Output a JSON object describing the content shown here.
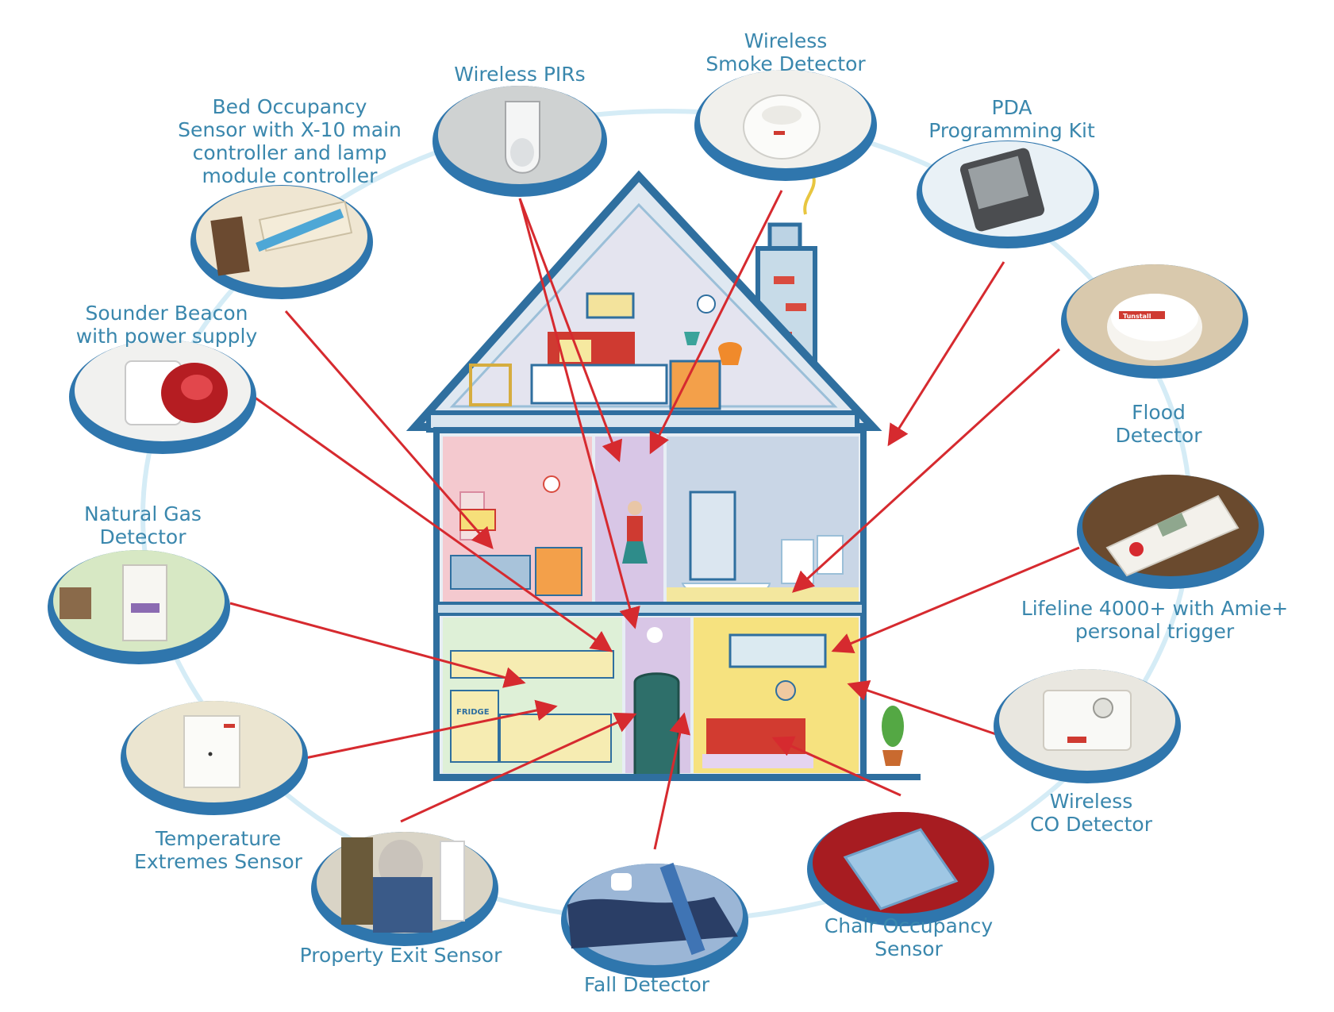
{
  "colors": {
    "label_text": "#3a87ad",
    "arrow": "#d62a2f",
    "ring": "#cfe8f3",
    "bubble_rim": "#2f76ad",
    "house_outline": "#2f6f9f"
  },
  "devices": [
    {
      "id": "bed",
      "icon": "bed-occupancy-photo",
      "lines": [
        "Bed Occupancy",
        "Sensor with X-10 main",
        "controller and lamp",
        "module controller"
      ]
    },
    {
      "id": "pir",
      "icon": "pir-sensor-photo",
      "lines": [
        "Wireless PIRs"
      ]
    },
    {
      "id": "smoke",
      "icon": "smoke-detector-photo",
      "lines": [
        "Wireless",
        "Smoke Detector"
      ]
    },
    {
      "id": "pda",
      "icon": "pda-photo",
      "lines": [
        "PDA",
        "Programming Kit"
      ]
    },
    {
      "id": "sounder",
      "icon": "sounder-beacon-photo",
      "lines": [
        "Sounder Beacon",
        "with power supply"
      ]
    },
    {
      "id": "flood",
      "icon": "flood-detector-photo",
      "lines": [
        "Flood",
        "Detector"
      ]
    },
    {
      "id": "gas",
      "icon": "gas-detector-photo",
      "lines": [
        "Natural Gas",
        "Detector"
      ]
    },
    {
      "id": "lifeline",
      "icon": "lifeline-unit-photo",
      "lines": [
        "Lifeline 4000+ with Amie+",
        "personal trigger"
      ]
    },
    {
      "id": "temp",
      "icon": "temperature-sensor-photo",
      "lines": [
        "Temperature",
        "Extremes Sensor"
      ]
    },
    {
      "id": "co",
      "icon": "co-detector-photo",
      "lines": [
        "Wireless",
        "CO Detector"
      ]
    },
    {
      "id": "exit",
      "icon": "property-exit-photo",
      "lines": [
        "Property Exit Sensor"
      ]
    },
    {
      "id": "fall",
      "icon": "fall-detector-photo",
      "lines": [
        "Fall Detector"
      ]
    },
    {
      "id": "chair",
      "icon": "chair-occupancy-photo",
      "lines": [
        "Chair Occupancy",
        "Sensor"
      ]
    }
  ],
  "house": {
    "fridge_text": "FRIDGE",
    "logo_text": "Tunstall"
  }
}
